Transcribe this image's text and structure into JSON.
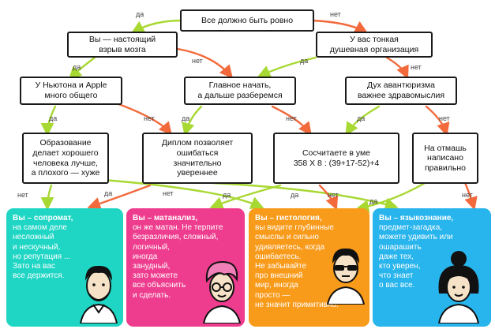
{
  "nodes": {
    "root": "Все должно быть ровно",
    "mind": "Вы — настоящий\nвзрыв мозга",
    "soul": "У вас тонкая\nдушевная организация",
    "newton": "У Ньютона и Apple\nмного общего",
    "start": "Главное начать,\nа дальше разберемся",
    "adventure": "Дух авантюризма\nважнее здравомыслия",
    "education": "Образование\nделает хорошего\nчеловека лучше,\nа плохого — хуже",
    "diploma": "Диплом позволяет\nошибаться\nзначительно\nувереннее",
    "calc": "Сосчитаете в уме\n358 X 8 : (39+17-52)+4",
    "random": "На отмашь\nнаписано\nправильно"
  },
  "edge_labels": {
    "yes": "да",
    "no": "нет"
  },
  "results": [
    {
      "title": "Вы – сопромат,",
      "body": "на самом деле\nнесложный\nи нескучный,\nно репутация ...\nЗато на вас\nвсе держится.",
      "color": "#1fd6c4"
    },
    {
      "title": "Вы – матанализ,",
      "body": "он же матан. Не терпите\nбезразличия, сложный,\nлогичный,\nиногда\nзанудный,\nзато можете\nвсе объяснить\nи сделать.",
      "color": "#ee3d8e"
    },
    {
      "title": "Вы – гистология,",
      "body": "вы видите глубинные\nсмыслы и сильно\nудивляетесь, когда\nошибаетесь.\nНе забывайте\nпро внешний\nмир, иногда\nпросто —\nне значит примитивно.",
      "color": "#f89a1a"
    },
    {
      "title": "Вы – языкознание,",
      "body": "предмет-загадка,\nможете удивить или\nошарашить\nдаже тех,\nкто уверен,\nчто знает\nо вас все.",
      "color": "#28b4ec"
    }
  ],
  "colors": {
    "yes": "#a8d832",
    "no": "#f26a3c"
  }
}
